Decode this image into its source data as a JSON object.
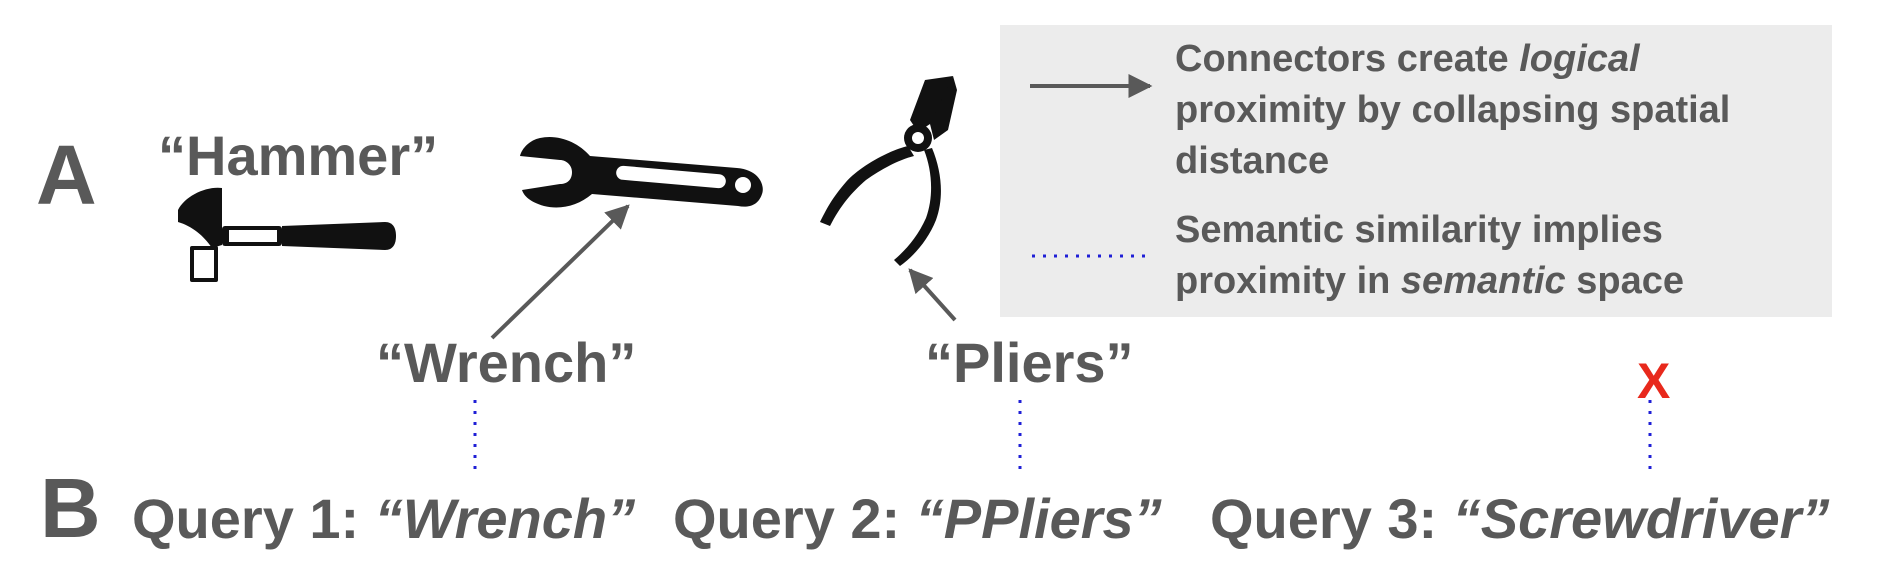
{
  "panel_a": {
    "label": "A"
  },
  "panel_b": {
    "label": "B"
  },
  "words": {
    "hammer": "“Hammer”",
    "wrench": "“Wrench”",
    "pliers": "“Pliers”"
  },
  "icons": [
    "hammer-icon",
    "wrench-icon",
    "pliers-icon"
  ],
  "legend": {
    "connector_text_1": "Connectors create ",
    "connector_text_em": "logical",
    "connector_text_2": "proximity by collapsing spatial",
    "connector_text_3": "distance",
    "semantic_text_1": "Semantic similarity implies",
    "semantic_text_2a": "proximity in ",
    "semantic_text_em": "semantic",
    "semantic_text_2b": " space"
  },
  "queries": [
    {
      "prefix": "Query 1: ",
      "term": "“Wrench”"
    },
    {
      "prefix": "Query 2: ",
      "term": "“PPliers”"
    },
    {
      "prefix": "Query 3: ",
      "term": "“Screwdriver”"
    }
  ],
  "no_match_mark": "X",
  "colors": {
    "text": "#595959",
    "legend_bg": "#ececec",
    "dotted_link": "#1f1fd6",
    "no_match": "#e8291c",
    "icon": "#111111"
  }
}
